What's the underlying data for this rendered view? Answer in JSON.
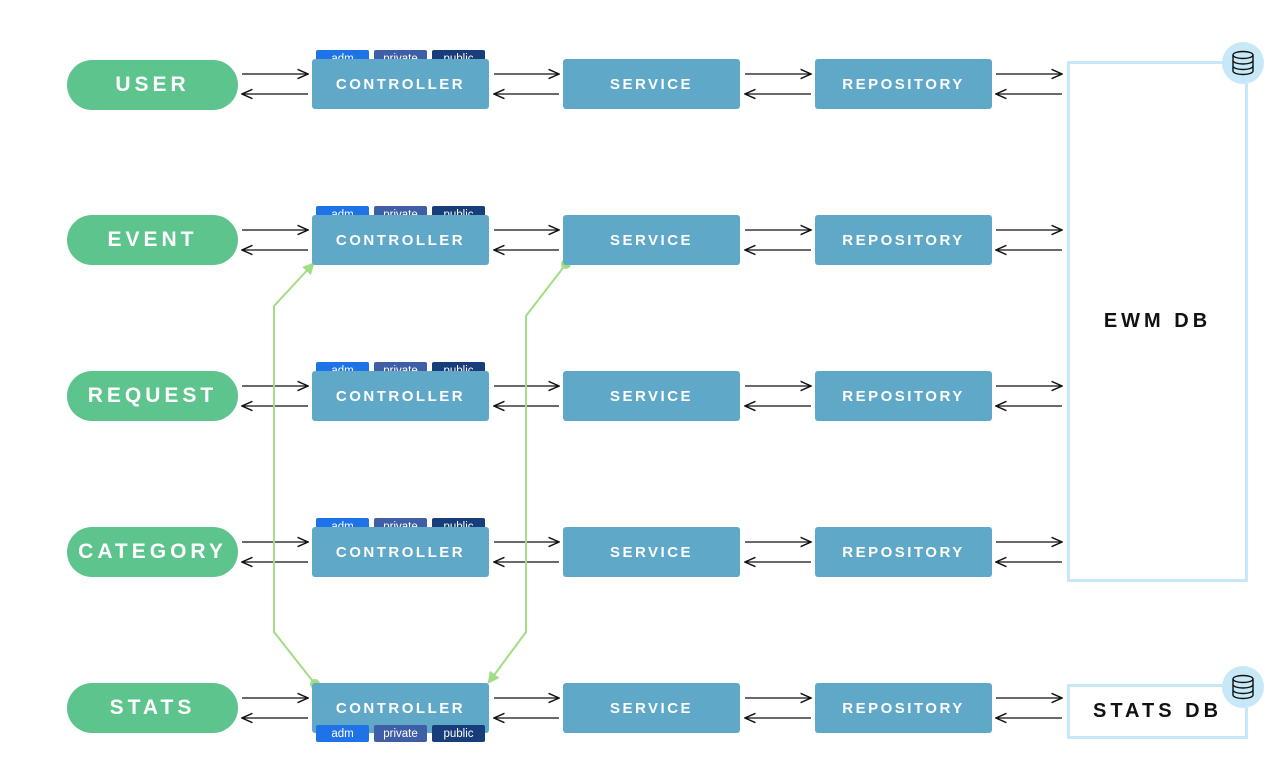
{
  "rows": [
    {
      "entity": "USER",
      "controller": "CONTROLLER",
      "service": "SERVICE",
      "repository": "REPOSITORY"
    },
    {
      "entity": "EVENT",
      "controller": "CONTROLLER",
      "service": "SERVICE",
      "repository": "REPOSITORY"
    },
    {
      "entity": "REQUEST",
      "controller": "CONTROLLER",
      "service": "SERVICE",
      "repository": "REPOSITORY"
    },
    {
      "entity": "CATEGORY",
      "controller": "CONTROLLER",
      "service": "SERVICE",
      "repository": "REPOSITORY"
    },
    {
      "entity": "STATS",
      "controller": "CONTROLLER",
      "service": "SERVICE",
      "repository": "REPOSITORY"
    }
  ],
  "tags": {
    "adm": "adm",
    "private": "private",
    "public": "public"
  },
  "databases": {
    "main": "EWM DB",
    "stats": "STATS DB"
  },
  "icons": {
    "database": "database-icon"
  },
  "colors": {
    "entity": "#5ec48d",
    "layer_box": "#5fa8c8",
    "tag_adm": "#1f73e6",
    "tag_private": "#3e5fa6",
    "tag_public": "#173d7a",
    "db_border": "#c7e9f7",
    "stats_link": "#a3dc86"
  }
}
